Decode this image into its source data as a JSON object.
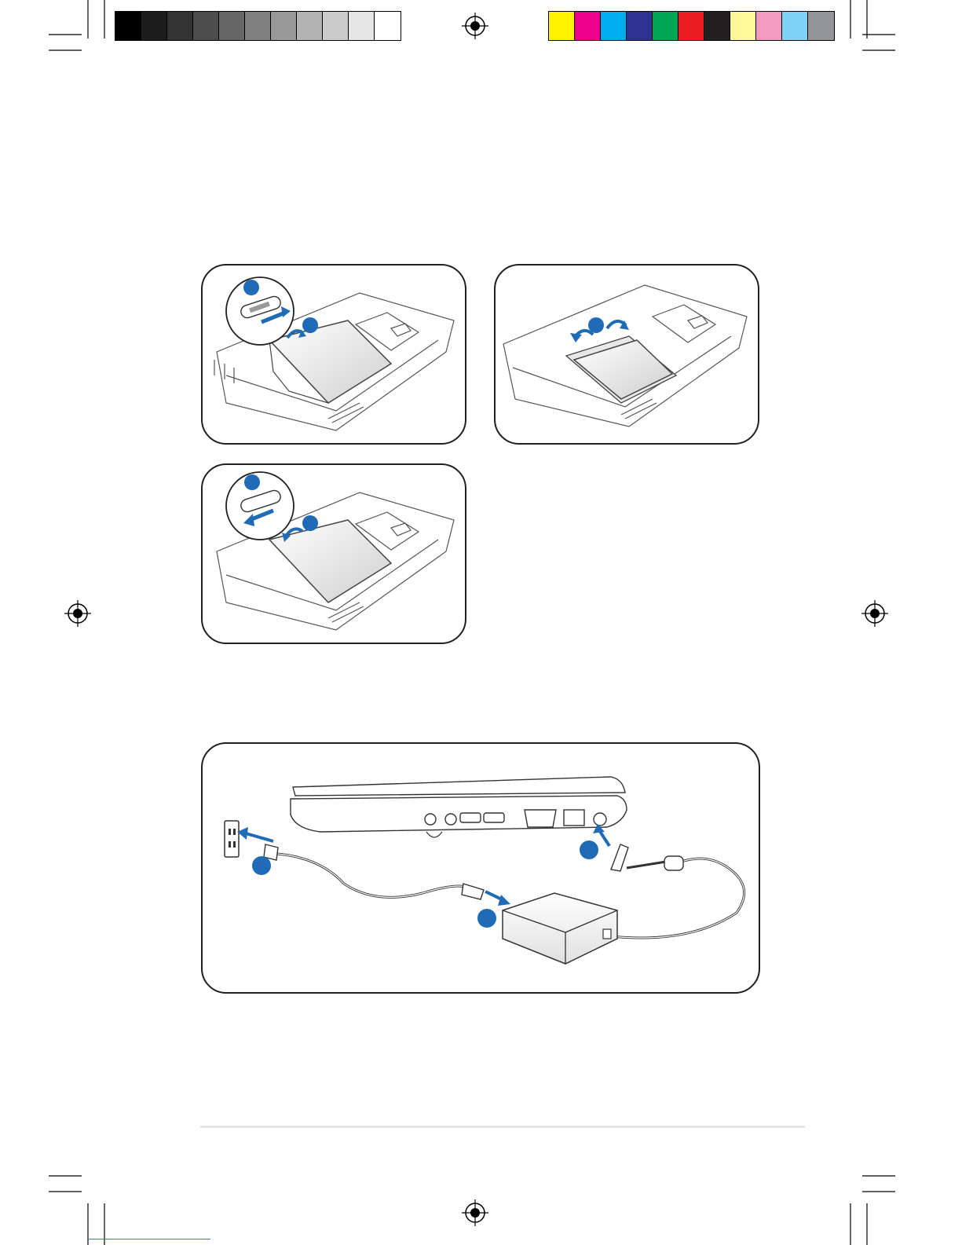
{
  "colors": {
    "accent_blue": "#1f6bb5",
    "grayscale_swatches": [
      "#000000",
      "#1c1c1c",
      "#333333",
      "#4d4d4d",
      "#666666",
      "#808080",
      "#999999",
      "#b3b3b3",
      "#cccccc",
      "#e6e6e6",
      "#ffffff"
    ],
    "color_swatches": [
      "#fff200",
      "#ec008c",
      "#00aeef",
      "#2e3192",
      "#00a651",
      "#ed1c24",
      "#231f20",
      "#fff799",
      "#f49ac1",
      "#7fd3f5",
      "#939598"
    ],
    "panel_border": "#231f20"
  },
  "icons": {
    "registration": "registration-mark-icon",
    "step_marker": "step-number-circle-icon",
    "outlet": "wall-outlet-icon",
    "adapter": "power-adapter-icon"
  },
  "figures": {
    "battery_remove": {
      "name": "battery-unlock-remove-illustration",
      "step_markers": 2
    },
    "battery_lift": {
      "name": "battery-lift-out-illustration",
      "step_markers": 1
    },
    "battery_install": {
      "name": "battery-insert-lock-illustration",
      "step_markers": 2
    },
    "power_connect": {
      "name": "power-adapter-connection-illustration",
      "step_markers": 3
    }
  }
}
